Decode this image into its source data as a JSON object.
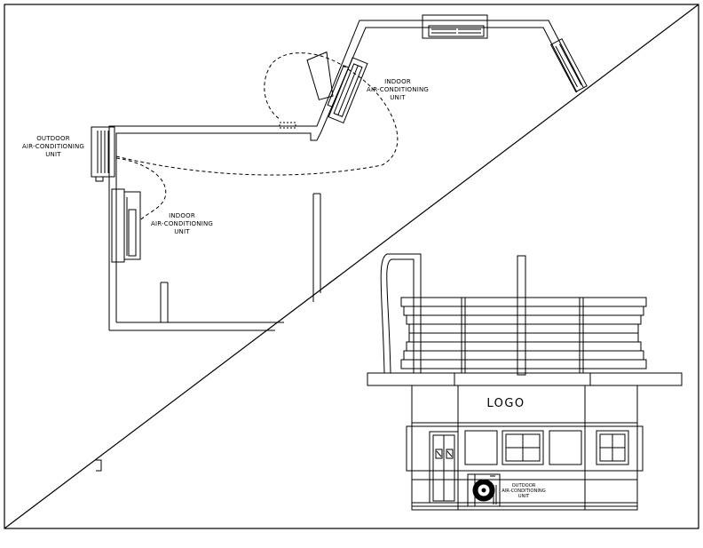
{
  "labels": {
    "outdoor_plan": [
      "OUTDOOR",
      "AIR-CONDITIONING",
      "UNIT"
    ],
    "indoor_upper": [
      "INDOOR",
      "AIR-CONDITIONING",
      "UNIT"
    ],
    "indoor_lower": [
      "INDOOR",
      "AIR-CONDITIONING",
      "UNIT"
    ],
    "outdoor_elev": [
      "OUTDOOR",
      "AIR-CONDITIONING",
      "UNIT"
    ],
    "logo": "LOGO"
  },
  "colors": {
    "line": "#000000",
    "background": "#ffffff"
  }
}
